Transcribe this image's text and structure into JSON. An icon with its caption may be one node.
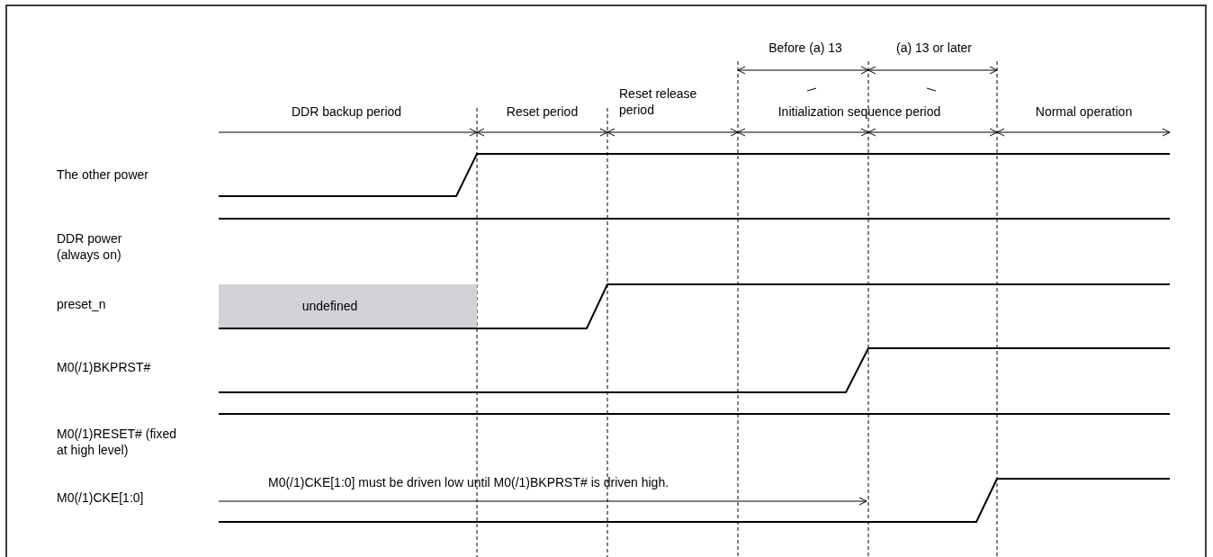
{
  "diagram": {
    "nodes": [
      {
        "text": [
          "undefined"
        ]
      }
    ],
    "edges": [],
    "labels": [
      "Before (a) 13",
      "(a) 13 or later",
      "DDR backup period",
      "Reset period",
      "Reset release period",
      "Initialization sequence period",
      "Normal operation",
      "The other power",
      "DDR power (always on)",
      "preset_n",
      "M0(/1)BKPRST#",
      "M0(/1)RESET# (fixed at high level)",
      "M0(/1)CKE[1:0] must be driven low until M0(/1)BKPRST# is driven high.",
      "M0(/1)CKE[1:0]"
    ]
  }
}
